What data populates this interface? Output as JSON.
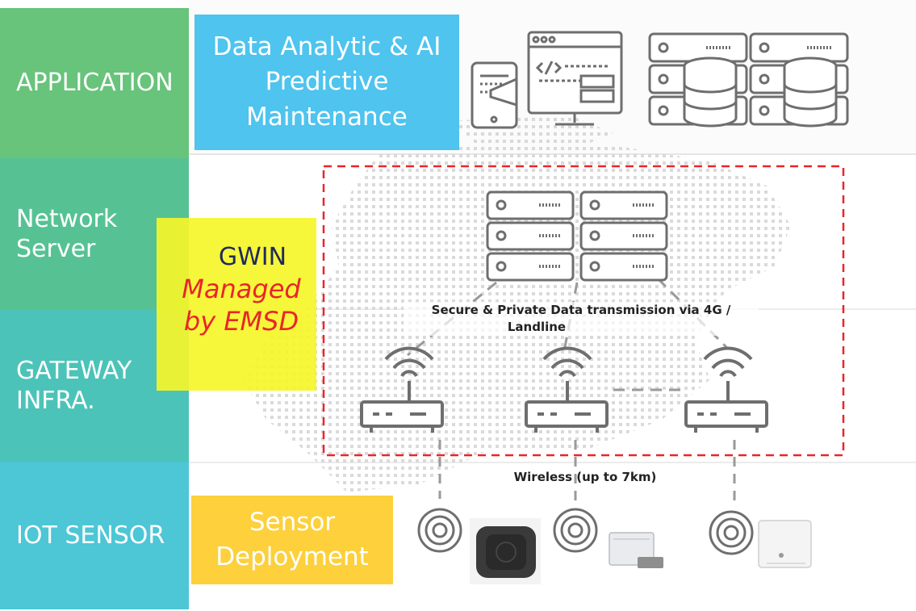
{
  "layers": {
    "application": "APPLICATION",
    "network_server_1": "Network",
    "network_server_2": "Server",
    "gateway_1": "GATEWAY",
    "gateway_2": "INFRA.",
    "iot_sensor": "IOT SENSOR"
  },
  "application_box": {
    "line1": "Data Analytic & AI",
    "line2": "Predictive",
    "line3": "Maintenance"
  },
  "gwin_box": {
    "title": "GWIN",
    "line1": "Managed",
    "line2": "by EMSD"
  },
  "transmission_label": {
    "line1": "Secure & Private Data transmission via 4G /",
    "line2": "Landline"
  },
  "wireless_label": "Wireless (up to 7km)",
  "sensor_box": {
    "line1": "Sensor",
    "line2": "Deployment"
  },
  "colors": {
    "application_layer": "#68c37b",
    "network_layer": "#56c293",
    "gateway_layer": "#4cc3b8",
    "sensor_layer": "#4dc6d6",
    "application_box": "#4ec4ee",
    "gwin_box": "#f5f52a",
    "sensor_box": "#fdd03c",
    "dashed_boundary": "#e8262a",
    "gwin_title": "#1f2a5a",
    "gwin_managed": "#e8262a"
  }
}
